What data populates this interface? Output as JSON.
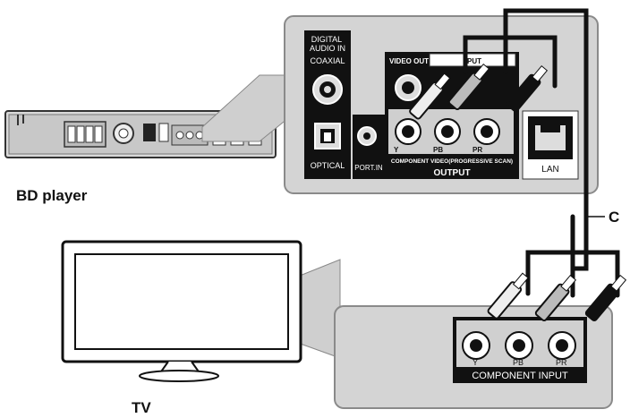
{
  "labels": {
    "bd_player": "BD player",
    "tv": "TV",
    "cable": "C"
  },
  "player_panel": {
    "digital_audio_in": [
      "DIGITAL",
      "AUDIO IN"
    ],
    "coaxial": "COAXIAL",
    "optical": "OPTICAL",
    "port_in": "PORT.IN",
    "video_out": "VIDEO OUT",
    "input_partial": "PUT",
    "component_jacks": [
      "Y",
      "PB",
      "PR"
    ],
    "component_video": "COMPONENT VIDEO(PROGRESSIVE SCAN)",
    "output": "OUTPUT",
    "lan": "LAN"
  },
  "tv_panel": {
    "component_jacks": [
      "Y",
      "PB",
      "PR"
    ],
    "component_input": "COMPONENT INPUT"
  }
}
